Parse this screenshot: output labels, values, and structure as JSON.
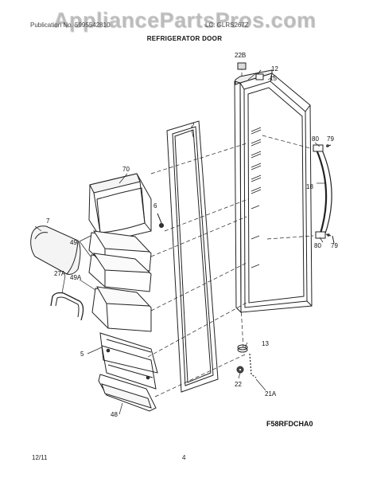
{
  "watermark": "AppliancePartsPros.com",
  "header": {
    "publication_left": "Publication No. 5995542810",
    "publication_right": "LC:  GLRS267Z",
    "title": "REFRIGERATOR DOOR"
  },
  "callouts": {
    "c22b": "22B",
    "c12": "12",
    "c15": "15",
    "c2": "2",
    "c80a": "80",
    "c79a": "79",
    "c70": "70",
    "c18": "18",
    "c6": "6",
    "c7": "7",
    "c49": "49",
    "c80b": "80",
    "c79b": "79",
    "c27a": "27A",
    "c49a": "49A",
    "c13": "13",
    "c5": "5",
    "c22": "22",
    "c21a": "21A",
    "c48": "48"
  },
  "diagram_code": "F58RFDCHA0",
  "footer": {
    "date": "12/11",
    "page": "4"
  }
}
